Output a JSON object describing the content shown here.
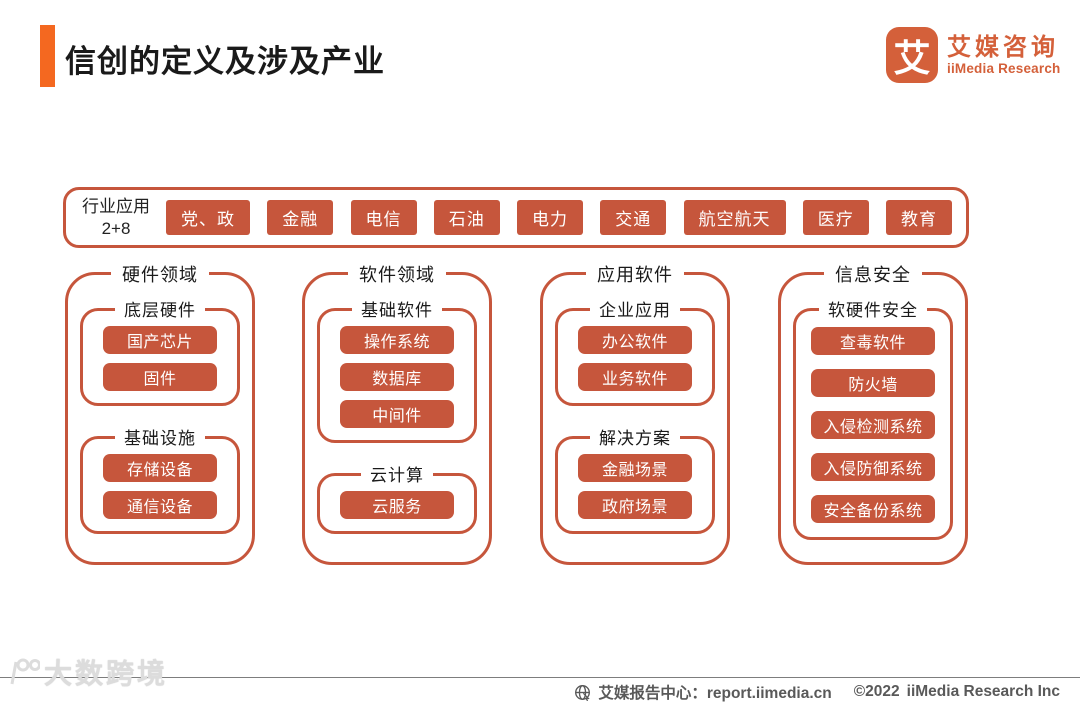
{
  "header": {
    "title": "信创的定义及涉及产业",
    "logo": {
      "glyph": "艾",
      "name_cn": "艾媒咨询",
      "name_en": "iiMedia Research"
    }
  },
  "industry_bar": {
    "label_line1": "行业应用",
    "label_line2": "2+8",
    "items": [
      "党、政",
      "金融",
      "电信",
      "石油",
      "电力",
      "交通",
      "航空航天",
      "医疗",
      "教育"
    ]
  },
  "columns": [
    {
      "title": "硬件领域",
      "groups": [
        {
          "title": "底层硬件",
          "items": [
            "国产芯片",
            "固件"
          ]
        },
        {
          "title": "基础设施",
          "items": [
            "存储设备",
            "通信设备"
          ]
        }
      ]
    },
    {
      "title": "软件领域",
      "groups": [
        {
          "title": "基础软件",
          "items": [
            "操作系统",
            "数据库",
            "中间件"
          ]
        },
        {
          "title": "云计算",
          "items": [
            "云服务"
          ]
        }
      ]
    },
    {
      "title": "应用软件",
      "groups": [
        {
          "title": "企业应用",
          "items": [
            "办公软件",
            "业务软件"
          ]
        },
        {
          "title": "解决方案",
          "items": [
            "金融场景",
            "政府场景"
          ]
        }
      ]
    },
    {
      "title": "信息安全",
      "groups": [
        {
          "title": "软硬件安全",
          "items": [
            "查毒软件",
            "防火墙",
            "入侵检测系统",
            "入侵防御系统",
            "安全备份系统"
          ]
        }
      ]
    }
  ],
  "footer": {
    "source": "艾媒报告中心：report.iimedia.cn",
    "copyright": "©2022",
    "brand": "iiMedia Research  Inc",
    "watermark": "大数跨境"
  },
  "colors": {
    "accent_bright": "#F46820",
    "accent_terracotta": "#C6563C",
    "logo_orange": "#D4603A",
    "text_dark": "#1A1A1A",
    "footer_gray": "#595959"
  }
}
